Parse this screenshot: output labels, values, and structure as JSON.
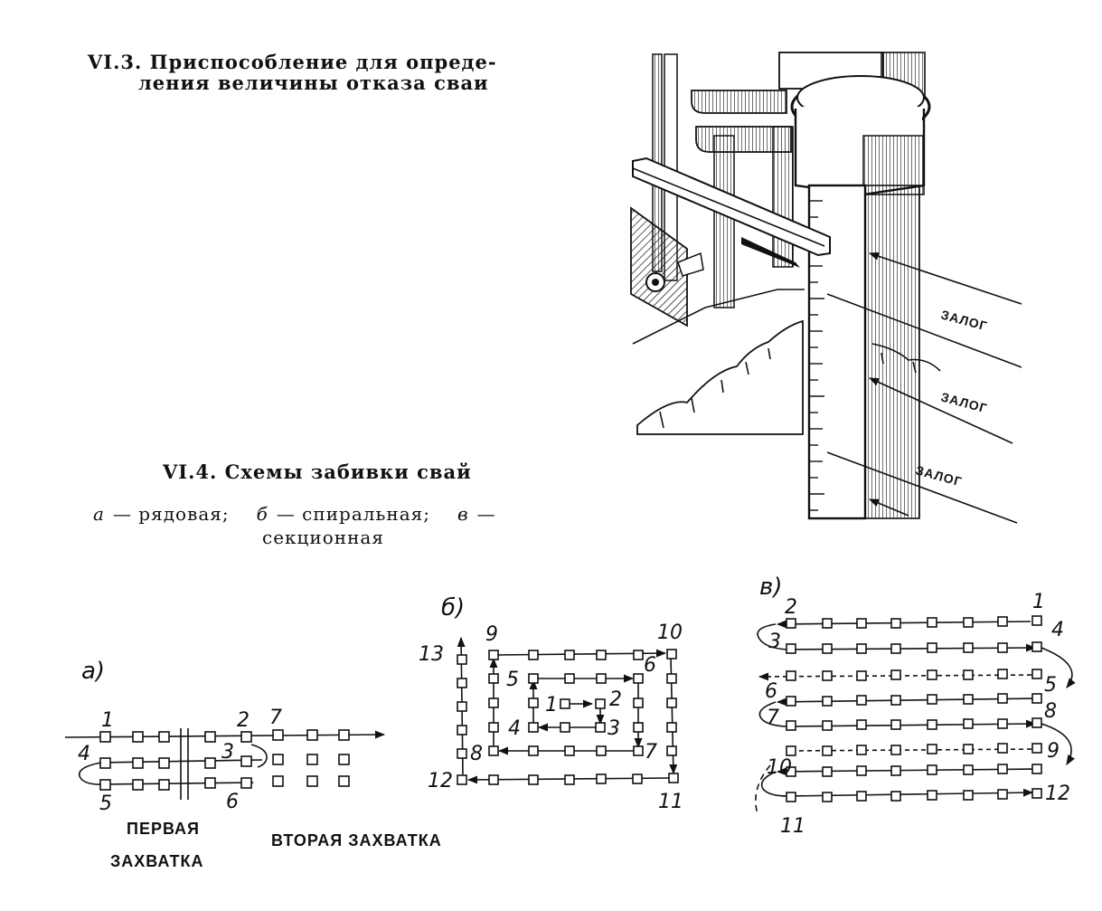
{
  "figure_1": {
    "caption_line1": "VI.3. Приспособление для опреде-",
    "caption_line2": "ления величины отказа сваи",
    "labels": [
      "ЗАЛОГ",
      "ЗАЛОГ",
      "ЗАЛОГ"
    ]
  },
  "figure_2": {
    "caption_title": "VI.4. Схемы забивки свай",
    "legend": {
      "a_letter": "а",
      "a_text": "— рядовая;",
      "b_letter": "б",
      "b_text": "— спиральная;",
      "v_letter": "в",
      "v_text": "—",
      "v_text2": "секционная"
    },
    "panel_a": {
      "label": "а)",
      "numbers": [
        "1",
        "2",
        "3",
        "4",
        "5",
        "6",
        "7"
      ],
      "zone1_line1": "ПЕРВАЯ",
      "zone1_line2": "ЗАХВАТКА",
      "zone2": "ВТОРАЯ ЗАХВАТКА"
    },
    "panel_b": {
      "label": "б)",
      "numbers": [
        "1",
        "2",
        "3",
        "4",
        "5",
        "6",
        "7",
        "8",
        "9",
        "10",
        "11",
        "12",
        "13"
      ]
    },
    "panel_v": {
      "label": "в)",
      "numbers": [
        "1",
        "2",
        "3",
        "4",
        "5",
        "6",
        "7",
        "8",
        "9",
        "10",
        "11",
        "12"
      ]
    }
  }
}
